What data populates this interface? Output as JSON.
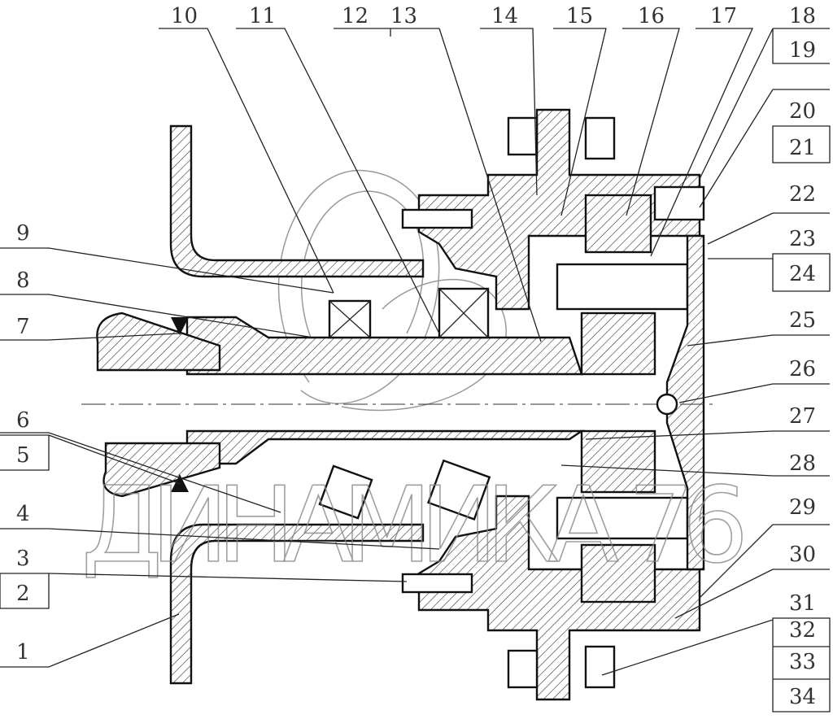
{
  "title": "Hub assembly cross-section",
  "watermark": "ДИНАМИКА 76",
  "callouts": {
    "top": [
      "10",
      "11",
      "12",
      "13",
      "14",
      "15",
      "16",
      "17",
      "18"
    ],
    "right": [
      "19",
      "20",
      "21",
      "22",
      "23",
      "24",
      "25",
      "26",
      "27",
      "28",
      "29",
      "30",
      "31",
      "32",
      "33",
      "34"
    ],
    "left": [
      "9",
      "8",
      "7",
      "6",
      "5",
      "4",
      "3",
      "2",
      "1"
    ]
  }
}
